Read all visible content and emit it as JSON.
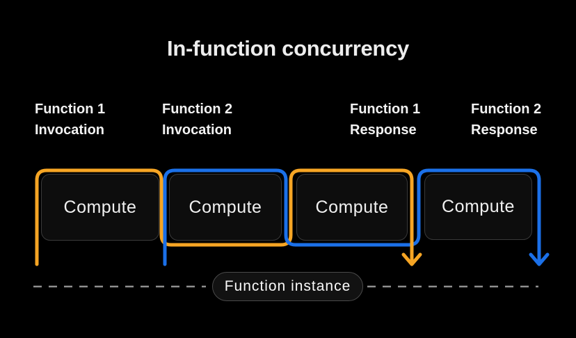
{
  "title": "In-function concurrency",
  "column_labels": [
    {
      "line1": "Function 1",
      "line2": "Invocation"
    },
    {
      "line1": "Function 2",
      "line2": "Invocation"
    },
    {
      "line1": "Function 1",
      "line2": "Response"
    },
    {
      "line1": "Function 2",
      "line2": "Response"
    }
  ],
  "boxes": [
    {
      "label": "Compute"
    },
    {
      "label": "Compute"
    },
    {
      "label": "Compute"
    },
    {
      "label": "Compute"
    }
  ],
  "timeline": {
    "instance_label": "Function instance"
  },
  "colors": {
    "function1": "#F6A524",
    "function2": "#1B70E8",
    "timeline_dash": "#8F8F8F"
  }
}
